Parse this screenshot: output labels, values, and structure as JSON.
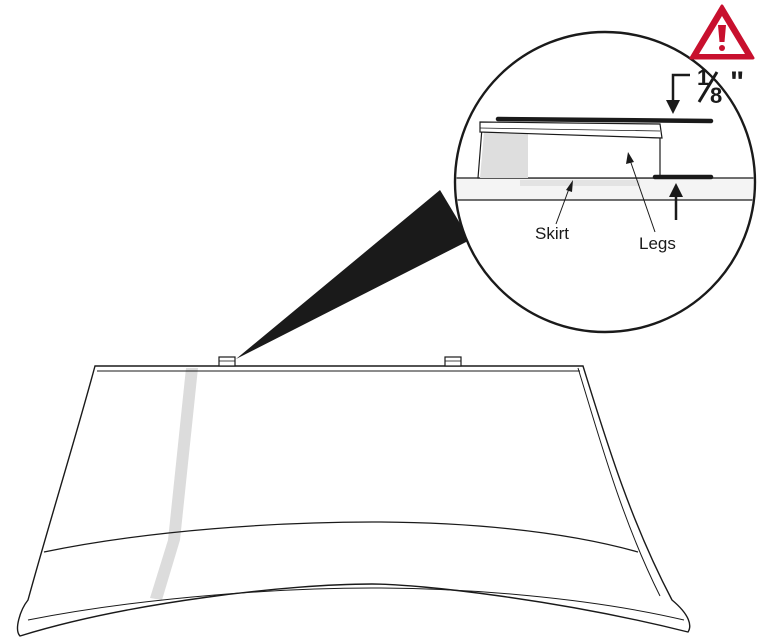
{
  "diagram": {
    "labels": {
      "skirt": "Skirt",
      "legs": "Legs"
    },
    "measurement": {
      "numerator": "1",
      "denominator": "8",
      "unit_mark": "\""
    },
    "icons": {
      "warning": "warning-triangle-icon"
    },
    "colors": {
      "warning_red": "#c8102e",
      "outline": "#1a1a1a",
      "shade": "#dcdcdc"
    }
  }
}
